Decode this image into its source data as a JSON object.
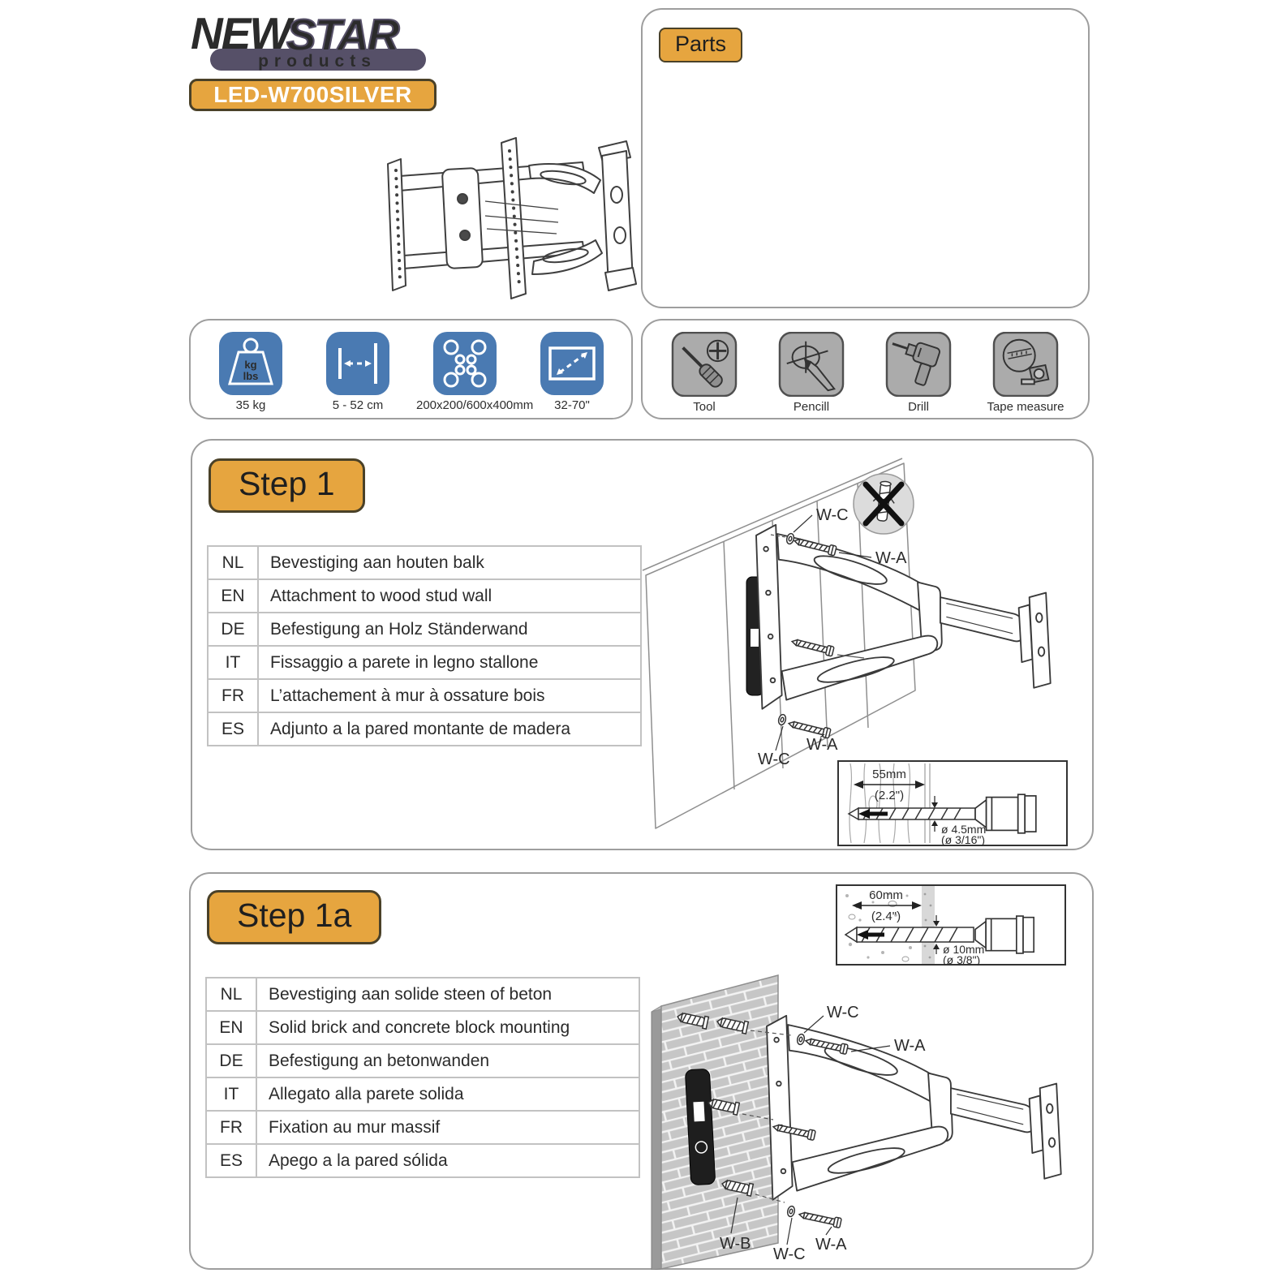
{
  "brand": {
    "word1": "NEW",
    "word2": "STAR",
    "tagline": "products"
  },
  "model": "LED-W700SILVER",
  "parts": {
    "title": "Parts"
  },
  "specs": {
    "items": [
      {
        "icon": "weight-capacity-icon",
        "label": "35 kg",
        "glyph_text_top": "kg",
        "glyph_text_bottom": "lbs"
      },
      {
        "icon": "wall-distance-icon",
        "label": "5 - 52 cm"
      },
      {
        "icon": "vesa-pattern-icon",
        "label": "200x200/600x400mm"
      },
      {
        "icon": "screen-size-icon",
        "label": "32-70\""
      }
    ]
  },
  "tools": {
    "items": [
      {
        "icon": "screwdriver-icon",
        "label": "Tool"
      },
      {
        "icon": "pencil-icon",
        "label": "Pencill"
      },
      {
        "icon": "drill-icon",
        "label": "Drill"
      },
      {
        "icon": "tape-measure-icon",
        "label": "Tape measure"
      }
    ]
  },
  "step1": {
    "title": "Step 1",
    "translations": [
      {
        "lang": "NL",
        "text": "Bevestiging aan houten balk"
      },
      {
        "lang": "EN",
        "text": "Attachment to wood stud wall"
      },
      {
        "lang": "DE",
        "text": "Befestigung an Holz Ständerwand"
      },
      {
        "lang": "IT",
        "text": "Fissaggio a parete in legno stallone"
      },
      {
        "lang": "FR",
        "text": "L’attachement à mur à ossature bois"
      },
      {
        "lang": "ES",
        "text": "Adjunto a la pared montante de madera"
      }
    ],
    "labels": {
      "screw": "W-A",
      "washer": "W-C"
    },
    "drill_inset": {
      "depth_mm": "55mm",
      "depth_in": "(2.2\")",
      "dia_mm": "ø 4.5mm",
      "dia_in": "(ø 3/16\")"
    }
  },
  "step1a": {
    "title": "Step 1a",
    "translations": [
      {
        "lang": "NL",
        "text": "Bevestiging aan solide steen of beton"
      },
      {
        "lang": "EN",
        "text": "Solid brick and concrete block mounting"
      },
      {
        "lang": "DE",
        "text": "Befestigung an betonwanden"
      },
      {
        "lang": "IT",
        "text": "Allegato alla parete solida"
      },
      {
        "lang": "FR",
        "text": "Fixation au mur massif"
      },
      {
        "lang": "ES",
        "text": "Apego a la pared sólida"
      }
    ],
    "labels": {
      "screw": "W-A",
      "washer": "W-C",
      "anchor": "W-B"
    },
    "drill_inset": {
      "depth_mm": "60mm",
      "depth_in": "(2.4\")",
      "dia_mm": "ø 10mm",
      "dia_in": "(ø 3/8\")"
    }
  },
  "colors": {
    "accent_orange": "#E6A53F",
    "brand_purple": "#565068",
    "icon_blue": "#4A7AB2",
    "tool_gray": "#ABABAB"
  }
}
